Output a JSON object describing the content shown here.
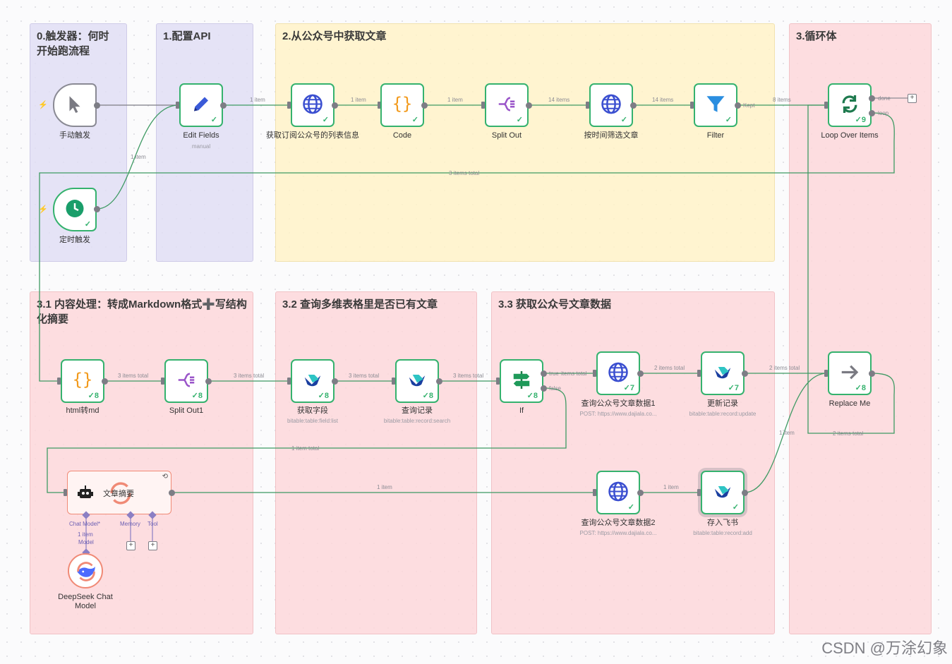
{
  "stickies": {
    "s0": "0.触发器：何时\n开始跑流程",
    "s1": "1.配置API",
    "s2": "2.从公众号中获取文章",
    "s3": "3.循环体",
    "s31": "3.1 内容处理：转成Markdown格式➕写结构化摘要",
    "s32": "3.2 查询多维表格里是否已有文章",
    "s33": "3.3 获取公众号文章数据"
  },
  "nodes": {
    "manual_trigger": {
      "label": "手动触发"
    },
    "schedule_trigger": {
      "label": "定时触发"
    },
    "edit_fields": {
      "label": "Edit Fields",
      "sub": "manual"
    },
    "get_list": {
      "label": "获取订阅公众号的列表信息"
    },
    "code": {
      "label": "Code"
    },
    "split_out": {
      "label": "Split Out"
    },
    "filter_time": {
      "label": "按时间筛选文章"
    },
    "filter": {
      "label": "Filter"
    },
    "loop": {
      "label": "Loop Over Items",
      "count": "9"
    },
    "html_md": {
      "label": "html转md",
      "count": "8"
    },
    "split_out1": {
      "label": "Split Out1",
      "count": "8"
    },
    "get_fields": {
      "label": "获取字段",
      "sub": "bitable:table:field:list",
      "count": "8"
    },
    "query_records": {
      "label": "查询记录",
      "sub": "bitable:table:record:search",
      "count": "8"
    },
    "if": {
      "label": "If",
      "count": "8"
    },
    "fetch1": {
      "label": "查询公众号文章数据1",
      "sub": "POST: https://www.dajiala.co...",
      "count": "7"
    },
    "update": {
      "label": "更新记录",
      "sub": "bitable:table:record:update",
      "count": "7"
    },
    "replace_me": {
      "label": "Replace Me",
      "count": "8"
    },
    "agent": {
      "label": "文章摘要"
    },
    "fetch2": {
      "label": "查询公众号文章数据2",
      "sub": "POST: https://www.dajiala.co..."
    },
    "save": {
      "label": "存入飞书",
      "sub": "bitable:table:record:add"
    },
    "deepseek": {
      "label": "DeepSeek Chat\nModel"
    }
  },
  "edges": {
    "e1": "1 item",
    "e2": "1 item",
    "e3": "1 item",
    "e4": "14 items",
    "e5": "14 items",
    "e6": "Kept",
    "e7": "8 items",
    "e8": "done",
    "e9": "loop",
    "e10": "3 items total",
    "e11": "1 item",
    "e12": "3 items total",
    "e13": "3 items total",
    "e14": "3 items total",
    "e15": "3 items total",
    "e16": "true",
    "e16b": "items total",
    "e17": "false",
    "e18": "2 items total",
    "e19": "2 items total",
    "e20": "2 items total",
    "e21": "1 item total",
    "e22": "1 item",
    "e23": "1 item",
    "e24": "1 item"
  },
  "agent_ports": {
    "chat_model": "Chat Model*",
    "memory": "Memory",
    "tool": "Tool",
    "edge_item": "1 item",
    "edge_model": "Model"
  },
  "watermark": "CSDN @万涂幻象",
  "colors": {
    "success": "#35b26e",
    "edge": "#3e9a63",
    "agent_border": "#f08a76"
  }
}
